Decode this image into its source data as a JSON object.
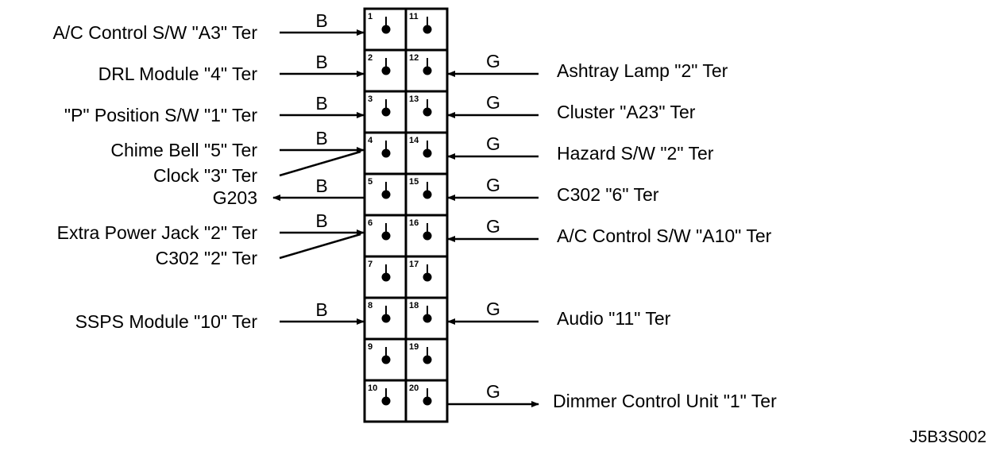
{
  "figure_code": "J5B3S002",
  "colors": {
    "ink": "#000000",
    "background": "#ffffff"
  },
  "pins_left": [
    "1",
    "2",
    "3",
    "4",
    "5",
    "6",
    "7",
    "8",
    "9",
    "10"
  ],
  "pins_right": [
    "11",
    "12",
    "13",
    "14",
    "15",
    "16",
    "17",
    "18",
    "19",
    "20"
  ],
  "left_connections": [
    {
      "pin": "1",
      "wire_color": "B",
      "direction": "in",
      "labels": [
        "A/C Control S/W  \"A3\" Ter"
      ]
    },
    {
      "pin": "2",
      "wire_color": "B",
      "direction": "in",
      "labels": [
        "DRL Module  \"4\" Ter"
      ]
    },
    {
      "pin": "3",
      "wire_color": "B",
      "direction": "in",
      "labels": [
        "\"P\" Position S/W \"1\" Ter"
      ]
    },
    {
      "pin": "4",
      "wire_color": "B",
      "direction": "in",
      "labels": [
        "Chime Bell  \"5\" Ter",
        "Clock \"3\" Ter"
      ]
    },
    {
      "pin": "5",
      "wire_color": "B",
      "direction": "out",
      "labels": [
        "G203"
      ]
    },
    {
      "pin": "6",
      "wire_color": "B",
      "direction": "in",
      "labels": [
        "Extra Power Jack  \"2\" Ter",
        "C302 \"2\" Ter"
      ]
    },
    {
      "pin": "8",
      "wire_color": "B",
      "direction": "in",
      "labels": [
        "SSPS Module  \"10\" Ter"
      ]
    }
  ],
  "right_connections": [
    {
      "pin": "12",
      "wire_color": "G",
      "direction": "in",
      "labels": [
        "Ashtray Lamp  \"2\" Ter"
      ]
    },
    {
      "pin": "13",
      "wire_color": "G",
      "direction": "in",
      "labels": [
        "Cluster  \"A23\" Ter"
      ]
    },
    {
      "pin": "14",
      "wire_color": "G",
      "direction": "in",
      "labels": [
        "Hazard S/W  \"2\" Ter"
      ]
    },
    {
      "pin": "15",
      "wire_color": "G",
      "direction": "in",
      "labels": [
        "C302 \"6\" Ter"
      ]
    },
    {
      "pin": "16",
      "wire_color": "G",
      "direction": "in",
      "labels": [
        "A/C Control S/W  \"A10\" Ter"
      ]
    },
    {
      "pin": "18",
      "wire_color": "G",
      "direction": "in",
      "labels": [
        "Audio \"11\" Ter"
      ]
    },
    {
      "pin": "20",
      "wire_color": "G",
      "direction": "out",
      "labels": [
        "Dimmer Control Unit  \"1\" Ter"
      ]
    }
  ]
}
